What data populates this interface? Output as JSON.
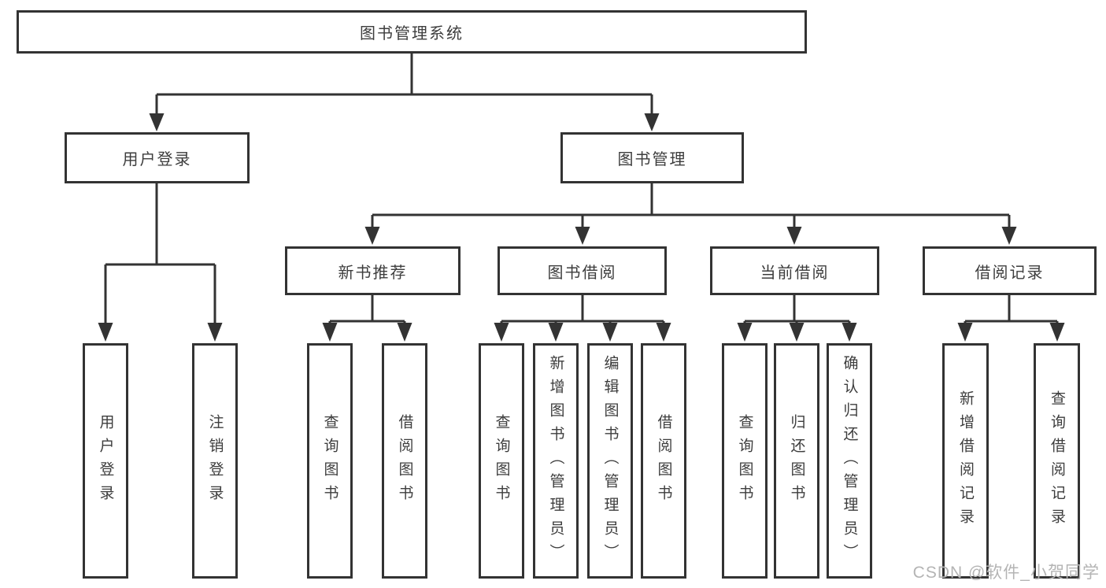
{
  "diagram": {
    "root": {
      "label": "图书管理系统"
    },
    "branches": [
      {
        "label": "用户登录",
        "children": [
          {
            "label": "用户登录"
          },
          {
            "label": "注销登录"
          }
        ]
      },
      {
        "label": "图书管理",
        "children": [
          {
            "label": "新书推荐",
            "children": [
              {
                "label": "查询图书"
              },
              {
                "label": "借阅图书"
              }
            ]
          },
          {
            "label": "图书借阅",
            "children": [
              {
                "label": "查询图书"
              },
              {
                "label": "新增图书（管理员）"
              },
              {
                "label": "编辑图书（管理员）"
              },
              {
                "label": "借阅图书"
              }
            ]
          },
          {
            "label": "当前借阅",
            "children": [
              {
                "label": "查询图书"
              },
              {
                "label": "归还图书"
              },
              {
                "label": "确认归还（管理员）"
              }
            ]
          },
          {
            "label": "借阅记录",
            "children": [
              {
                "label": "新增借阅记录"
              },
              {
                "label": "查询借阅记录"
              }
            ]
          }
        ]
      }
    ]
  },
  "watermark": {
    "text": "CSDN @软件_小贺同学"
  },
  "colors": {
    "line": "#333333",
    "box_border": "#333333",
    "text": "#3d3d3d",
    "watermark": "#b4b4b4",
    "background": "#ffffff"
  }
}
